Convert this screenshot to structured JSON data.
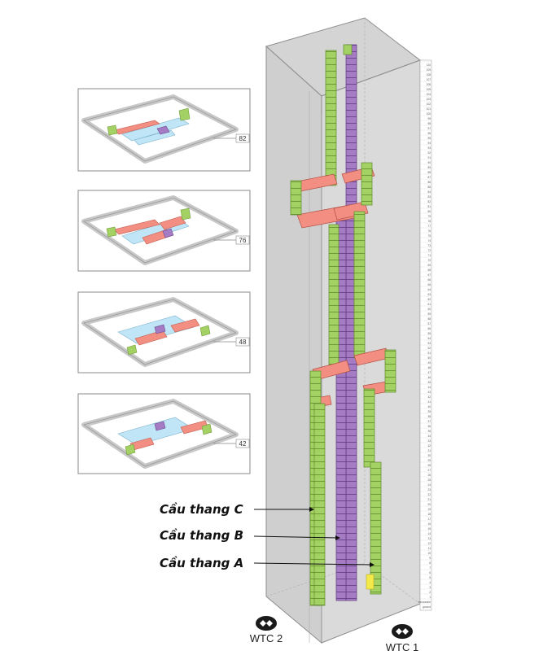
{
  "floor_plans": [
    {
      "floor": "82"
    },
    {
      "floor": "76"
    },
    {
      "floor": "48"
    },
    {
      "floor": "42"
    }
  ],
  "stairwells": [
    {
      "label": "Cầu thang C"
    },
    {
      "label": "Cầu thang B"
    },
    {
      "label": "Cầu thang A"
    }
  ],
  "towers": [
    {
      "label": "WTC 2"
    },
    {
      "label": "WTC 1"
    }
  ],
  "floor_scale": [
    "110",
    "109",
    "108",
    "107",
    "106",
    "105",
    "104",
    "103",
    "102",
    "101",
    "100",
    "99",
    "98",
    "97",
    "96",
    "95",
    "94",
    "93",
    "92",
    "91",
    "90",
    "89",
    "88",
    "87",
    "86",
    "85",
    "84",
    "83",
    "82",
    "81",
    "80",
    "79",
    "78",
    "77",
    "76",
    "75",
    "74",
    "73",
    "72",
    "71",
    "70",
    "69",
    "68",
    "67",
    "66",
    "65",
    "64",
    "63",
    "62",
    "61",
    "60",
    "59",
    "58",
    "57",
    "56",
    "55",
    "54",
    "53",
    "52",
    "51",
    "50",
    "49",
    "48",
    "47",
    "46",
    "45",
    "44",
    "43",
    "42",
    "41",
    "40",
    "39",
    "38",
    "37",
    "36",
    "35",
    "34",
    "33",
    "32",
    "31",
    "30",
    "29",
    "28",
    "27",
    "26",
    "25",
    "24",
    "23",
    "22",
    "21",
    "20",
    "19",
    "18",
    "17",
    "16",
    "15",
    "14",
    "13",
    "12",
    "11",
    "10",
    "9",
    "8",
    "7",
    "6",
    "5",
    "4",
    "3",
    "2",
    "1",
    "mezzanine",
    "ground"
  ],
  "colors": {
    "stair_a": "#a4d164",
    "stair_b": "#a57bc4",
    "transfer": "#f28f82",
    "corridor": "#bfe5f7",
    "building": "#d3d3d3",
    "plan_border": "#888888",
    "highlight": "#f3e94b"
  }
}
